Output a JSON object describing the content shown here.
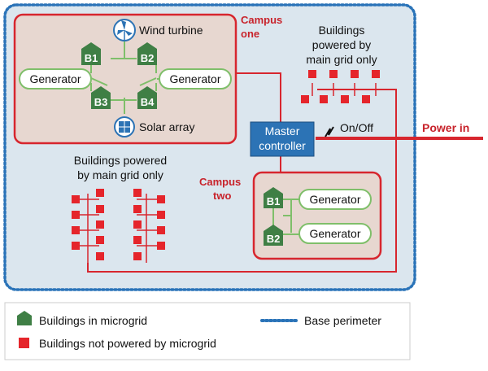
{
  "colors": {
    "perimeter_fill": "#dbe6ee",
    "perimeter_border": "#2a73b8",
    "campus_fill": "#e7d7d0",
    "campus_border": "#d7262e",
    "line_red": "#d7262e",
    "building_green": "#3f7f45",
    "generator_border": "#7fbf6a",
    "controller_fill": "#2c73b5",
    "non_microgrid": "#e5252b"
  },
  "campus_one": {
    "label_line1": "Campus",
    "label_line2": "one"
  },
  "campus_two": {
    "label_line1": "Campus",
    "label_line2": "two"
  },
  "wind_turbine": {
    "label": "Wind turbine",
    "icon": "wind-turbine-icon"
  },
  "solar_array": {
    "label": "Solar array",
    "icon": "solar-panel-icon"
  },
  "campus_one_buildings": [
    "B1",
    "B2",
    "B3",
    "B4"
  ],
  "campus_one_generators": [
    "Generator",
    "Generator"
  ],
  "campus_two_buildings": [
    "B1",
    "B2"
  ],
  "campus_two_generators": [
    "Generator",
    "Generator"
  ],
  "top_right_group": {
    "line1": "Buildings",
    "line2": "powered by",
    "line3": "main grid only"
  },
  "left_group": {
    "line1": "Buildings powered",
    "line2": "by main grid only"
  },
  "master_controller": {
    "line1": "Master",
    "line2": "controller"
  },
  "switch": {
    "label": "On/Off",
    "icon": "switch-icon"
  },
  "power_in": {
    "label": "Power in"
  },
  "legend": {
    "microgrid": "Buildings in microgrid",
    "not_microgrid": "Buildings not powered by microgrid",
    "perimeter": "Base perimeter"
  }
}
